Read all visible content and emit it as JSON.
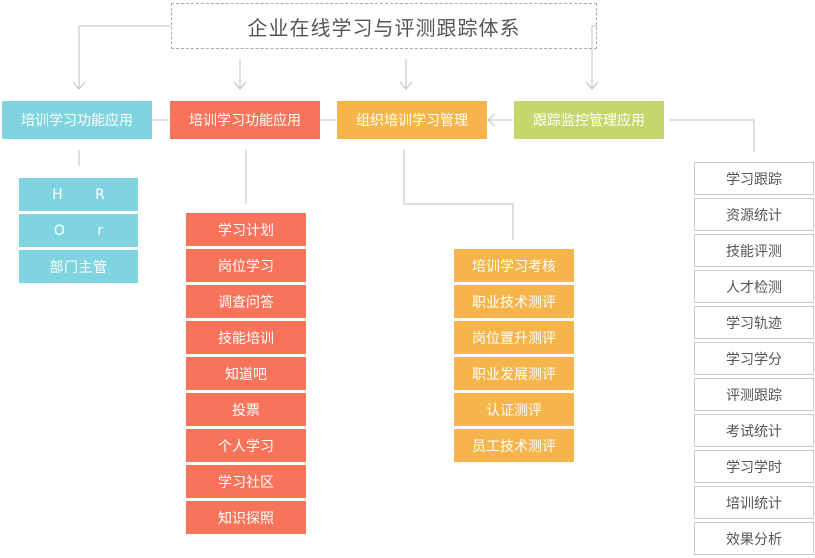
{
  "title": "企业在线学习与评测跟踪体系",
  "headers": [
    {
      "label": "培训学习功能应用",
      "color": "#7fd4df"
    },
    {
      "label": "培训学习功能应用",
      "color": "#f7745a"
    },
    {
      "label": "组织培训学习管理",
      "color": "#f6b54a"
    },
    {
      "label": "跟踪监控管理应用",
      "color": "#c7d66a"
    }
  ],
  "columns": {
    "teal": [
      "H R",
      "O r",
      "部门主管"
    ],
    "coral": [
      "学习计划",
      "岗位学习",
      "调查问答",
      "技能培训",
      "知道吧",
      "投票",
      "个人学习",
      "学习社区",
      "知识探照"
    ],
    "amber": [
      "培训学习考核",
      "职业技术测评",
      "岗位置升测评",
      "职业发展测评",
      "认证测评",
      "员工技术测评"
    ],
    "grey": [
      "学习跟踪",
      "资源统计",
      "技能评测",
      "人才检测",
      "学习轨迹",
      "学习学分",
      "评测跟踪",
      "考试统计",
      "学习学时",
      "培训统计",
      "效果分析"
    ]
  }
}
